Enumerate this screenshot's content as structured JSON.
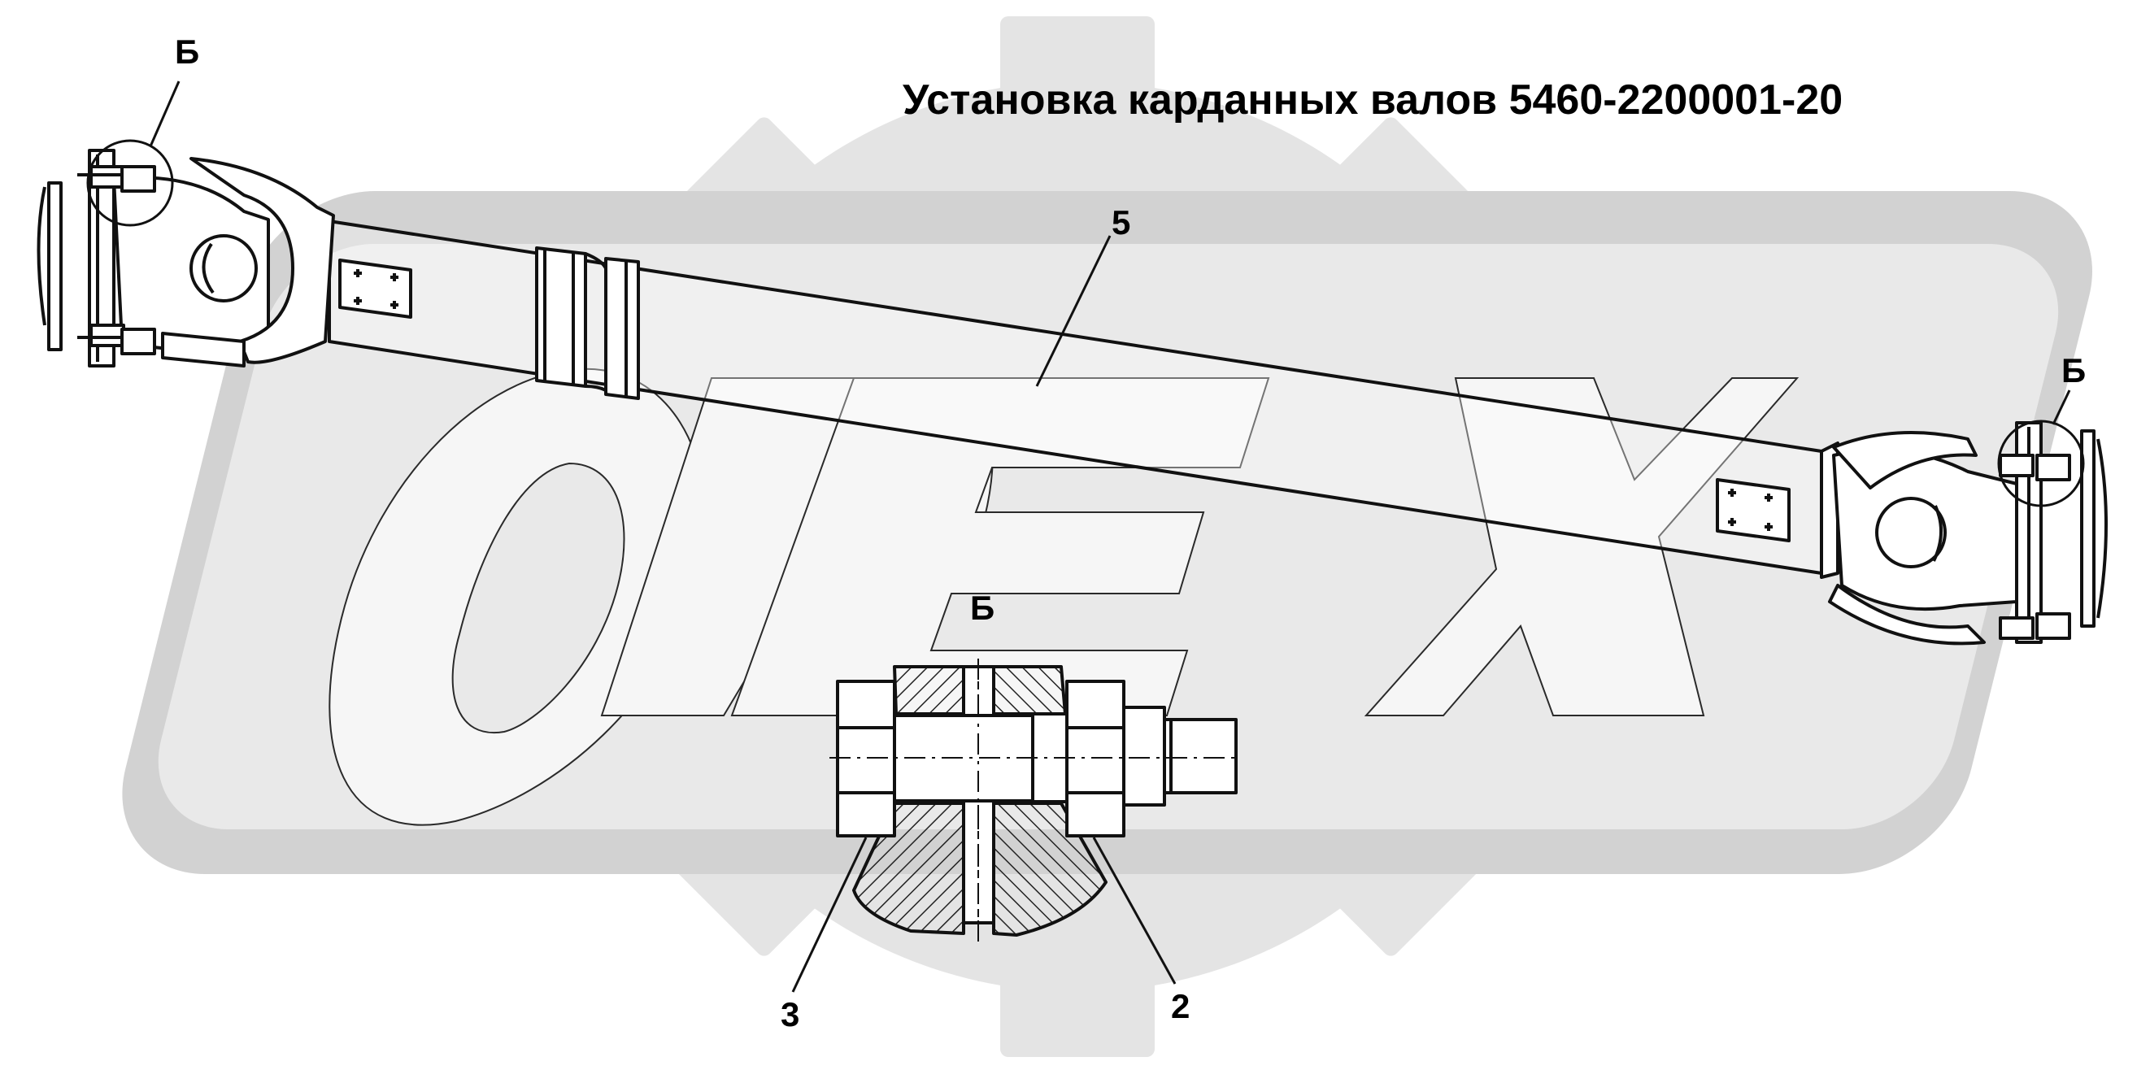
{
  "title": "Установка карданных валов 5460-2200001-20",
  "watermark": {
    "text": "OPEX"
  },
  "callouts": {
    "view_left": "Б",
    "view_right": "Б",
    "detail_title": "Б",
    "part_shaft": "5",
    "part_nut": "2",
    "part_bolt": "3"
  },
  "colors": {
    "background": "#ffffff",
    "watermark": "#e3e3e3",
    "line": "#111111",
    "hatch": "#222222"
  }
}
